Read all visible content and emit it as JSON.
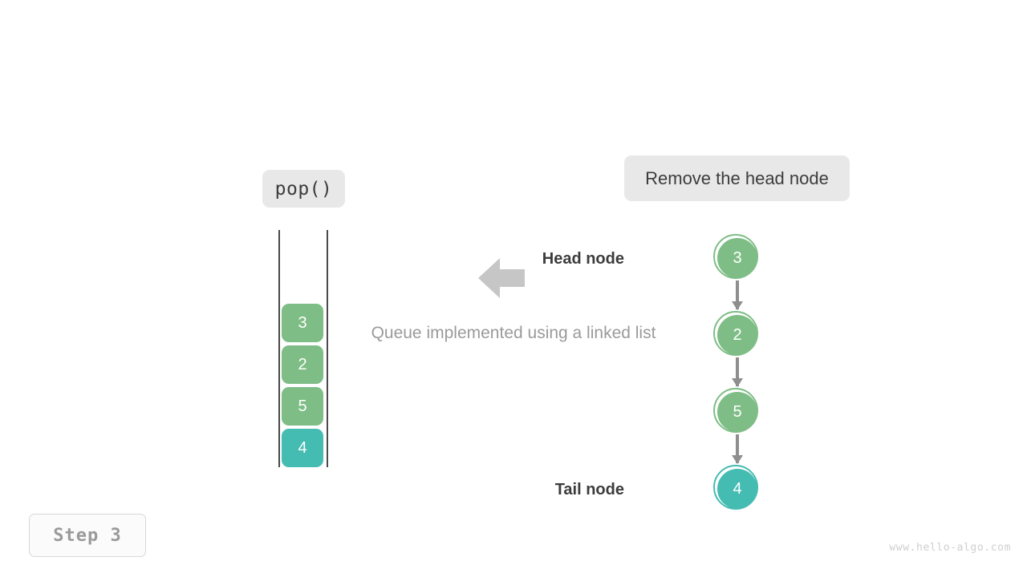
{
  "canvas": {
    "background": "#ffffff"
  },
  "operation": {
    "call_label": "pop()",
    "description": "Remove the head node"
  },
  "caption": {
    "text": "Queue implemented using a linked list"
  },
  "queue_column": {
    "name": "queue-array-view",
    "boxes": [
      {
        "value": "3",
        "color": "#7ebd85",
        "variant": "green"
      },
      {
        "value": "2",
        "color": "#7ebd85",
        "variant": "green"
      },
      {
        "value": "5",
        "color": "#7ebd85",
        "variant": "green"
      },
      {
        "value": "4",
        "color": "#45bcb2",
        "variant": "teal"
      }
    ]
  },
  "linked_list": {
    "head_label": "Head node",
    "tail_label": "Tail node",
    "nodes": [
      {
        "value": "3",
        "color": "#7ebd85",
        "variant": "green"
      },
      {
        "value": "2",
        "color": "#7ebd85",
        "variant": "green"
      },
      {
        "value": "5",
        "color": "#7ebd85",
        "variant": "green"
      },
      {
        "value": "4",
        "color": "#45bcb2",
        "variant": "teal"
      }
    ]
  },
  "flow_arrow": {
    "direction": "left",
    "color": "#c6c6c6"
  },
  "step": {
    "label": "Step 3"
  },
  "watermark": {
    "text": "www.hello-algo.com"
  },
  "colors": {
    "node_green": "#7ebd85",
    "node_teal": "#45bcb2",
    "chip_bg": "#e8e8e8",
    "arrow_gray": "#8e8e8e",
    "caption_gray": "#9a9a9a"
  }
}
